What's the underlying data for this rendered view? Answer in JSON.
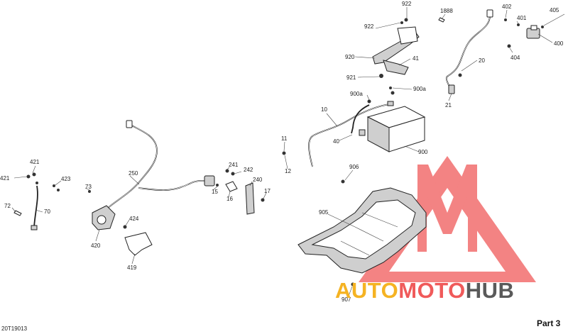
{
  "labels": {
    "l922a": "922",
    "l1888": "1888",
    "l402": "402",
    "l405": "405",
    "l401": "401",
    "l922b": "922",
    "l400": "400",
    "l404": "404",
    "l20": "20",
    "l920": "920",
    "l41": "41",
    "l921": "921",
    "l900a1": "900a",
    "l900a2": "900a",
    "l21": "21",
    "l10": "10",
    "l40": "40",
    "l900": "900",
    "l11": "11",
    "l12": "12",
    "l906": "906",
    "l905": "905",
    "l907": "907",
    "l421a": "421",
    "l421b": "421",
    "l423": "423",
    "l73": "73",
    "l72": "72",
    "l70": "70",
    "l250": "250",
    "l241": "241",
    "l242": "242",
    "l240": "240",
    "l15": "15",
    "l16": "16",
    "l17": "17",
    "l424": "424",
    "l420": "420",
    "l419": "419"
  },
  "figure_code": "20T19013",
  "part_title": "Part 3",
  "watermark": {
    "word_left": "AUTO",
    "word_mid": "MOTO",
    "word_right": "HUB",
    "colors": {
      "red": "#f05a5a",
      "gold": "#f5b323",
      "dark": "#5a5a5a"
    }
  }
}
